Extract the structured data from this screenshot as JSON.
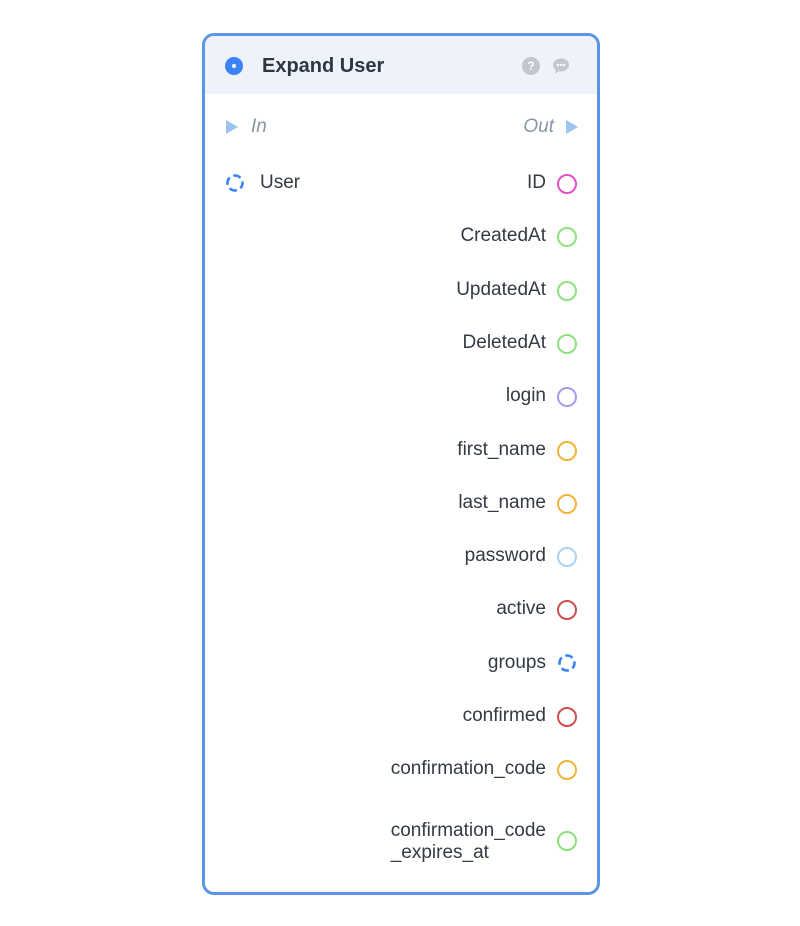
{
  "node": {
    "title": "Expand User",
    "help_glyph": "?",
    "icons": {
      "header": "node-dot-icon",
      "help": "help-icon",
      "comment": "comment-icon"
    },
    "accent_color": "#5b95e8"
  },
  "flow": {
    "in_label": "In",
    "out_label": "Out"
  },
  "inputs": [
    {
      "label": "User",
      "pin_color": "#3b82f6",
      "pin_type": "struct"
    }
  ],
  "outputs": [
    {
      "label": "ID",
      "pin_color": "#e052c8",
      "pin_type": "circle"
    },
    {
      "label": "CreatedAt",
      "pin_color": "#8fe07f",
      "pin_type": "circle"
    },
    {
      "label": "UpdatedAt",
      "pin_color": "#8fe07f",
      "pin_type": "circle"
    },
    {
      "label": "DeletedAt",
      "pin_color": "#8fe07f",
      "pin_type": "circle"
    },
    {
      "label": "login",
      "pin_color": "#a79bf0",
      "pin_type": "circle"
    },
    {
      "label": "first_name",
      "pin_color": "#f0b43a",
      "pin_type": "circle"
    },
    {
      "label": "last_name",
      "pin_color": "#f0b43a",
      "pin_type": "circle"
    },
    {
      "label": "password",
      "pin_color": "#a9d3f5",
      "pin_type": "circle"
    },
    {
      "label": "active",
      "pin_color": "#cf4f4f",
      "pin_type": "circle"
    },
    {
      "label": "groups",
      "pin_color": "#3b82f6",
      "pin_type": "struct"
    },
    {
      "label": "confirmed",
      "pin_color": "#cf4f4f",
      "pin_type": "circle"
    },
    {
      "label": "confirmation_code",
      "pin_color": "#f0b43a",
      "pin_type": "circle"
    },
    {
      "label": "confirmation_code\n_expires_at",
      "pin_color": "#8fe07f",
      "pin_type": "circle"
    }
  ]
}
